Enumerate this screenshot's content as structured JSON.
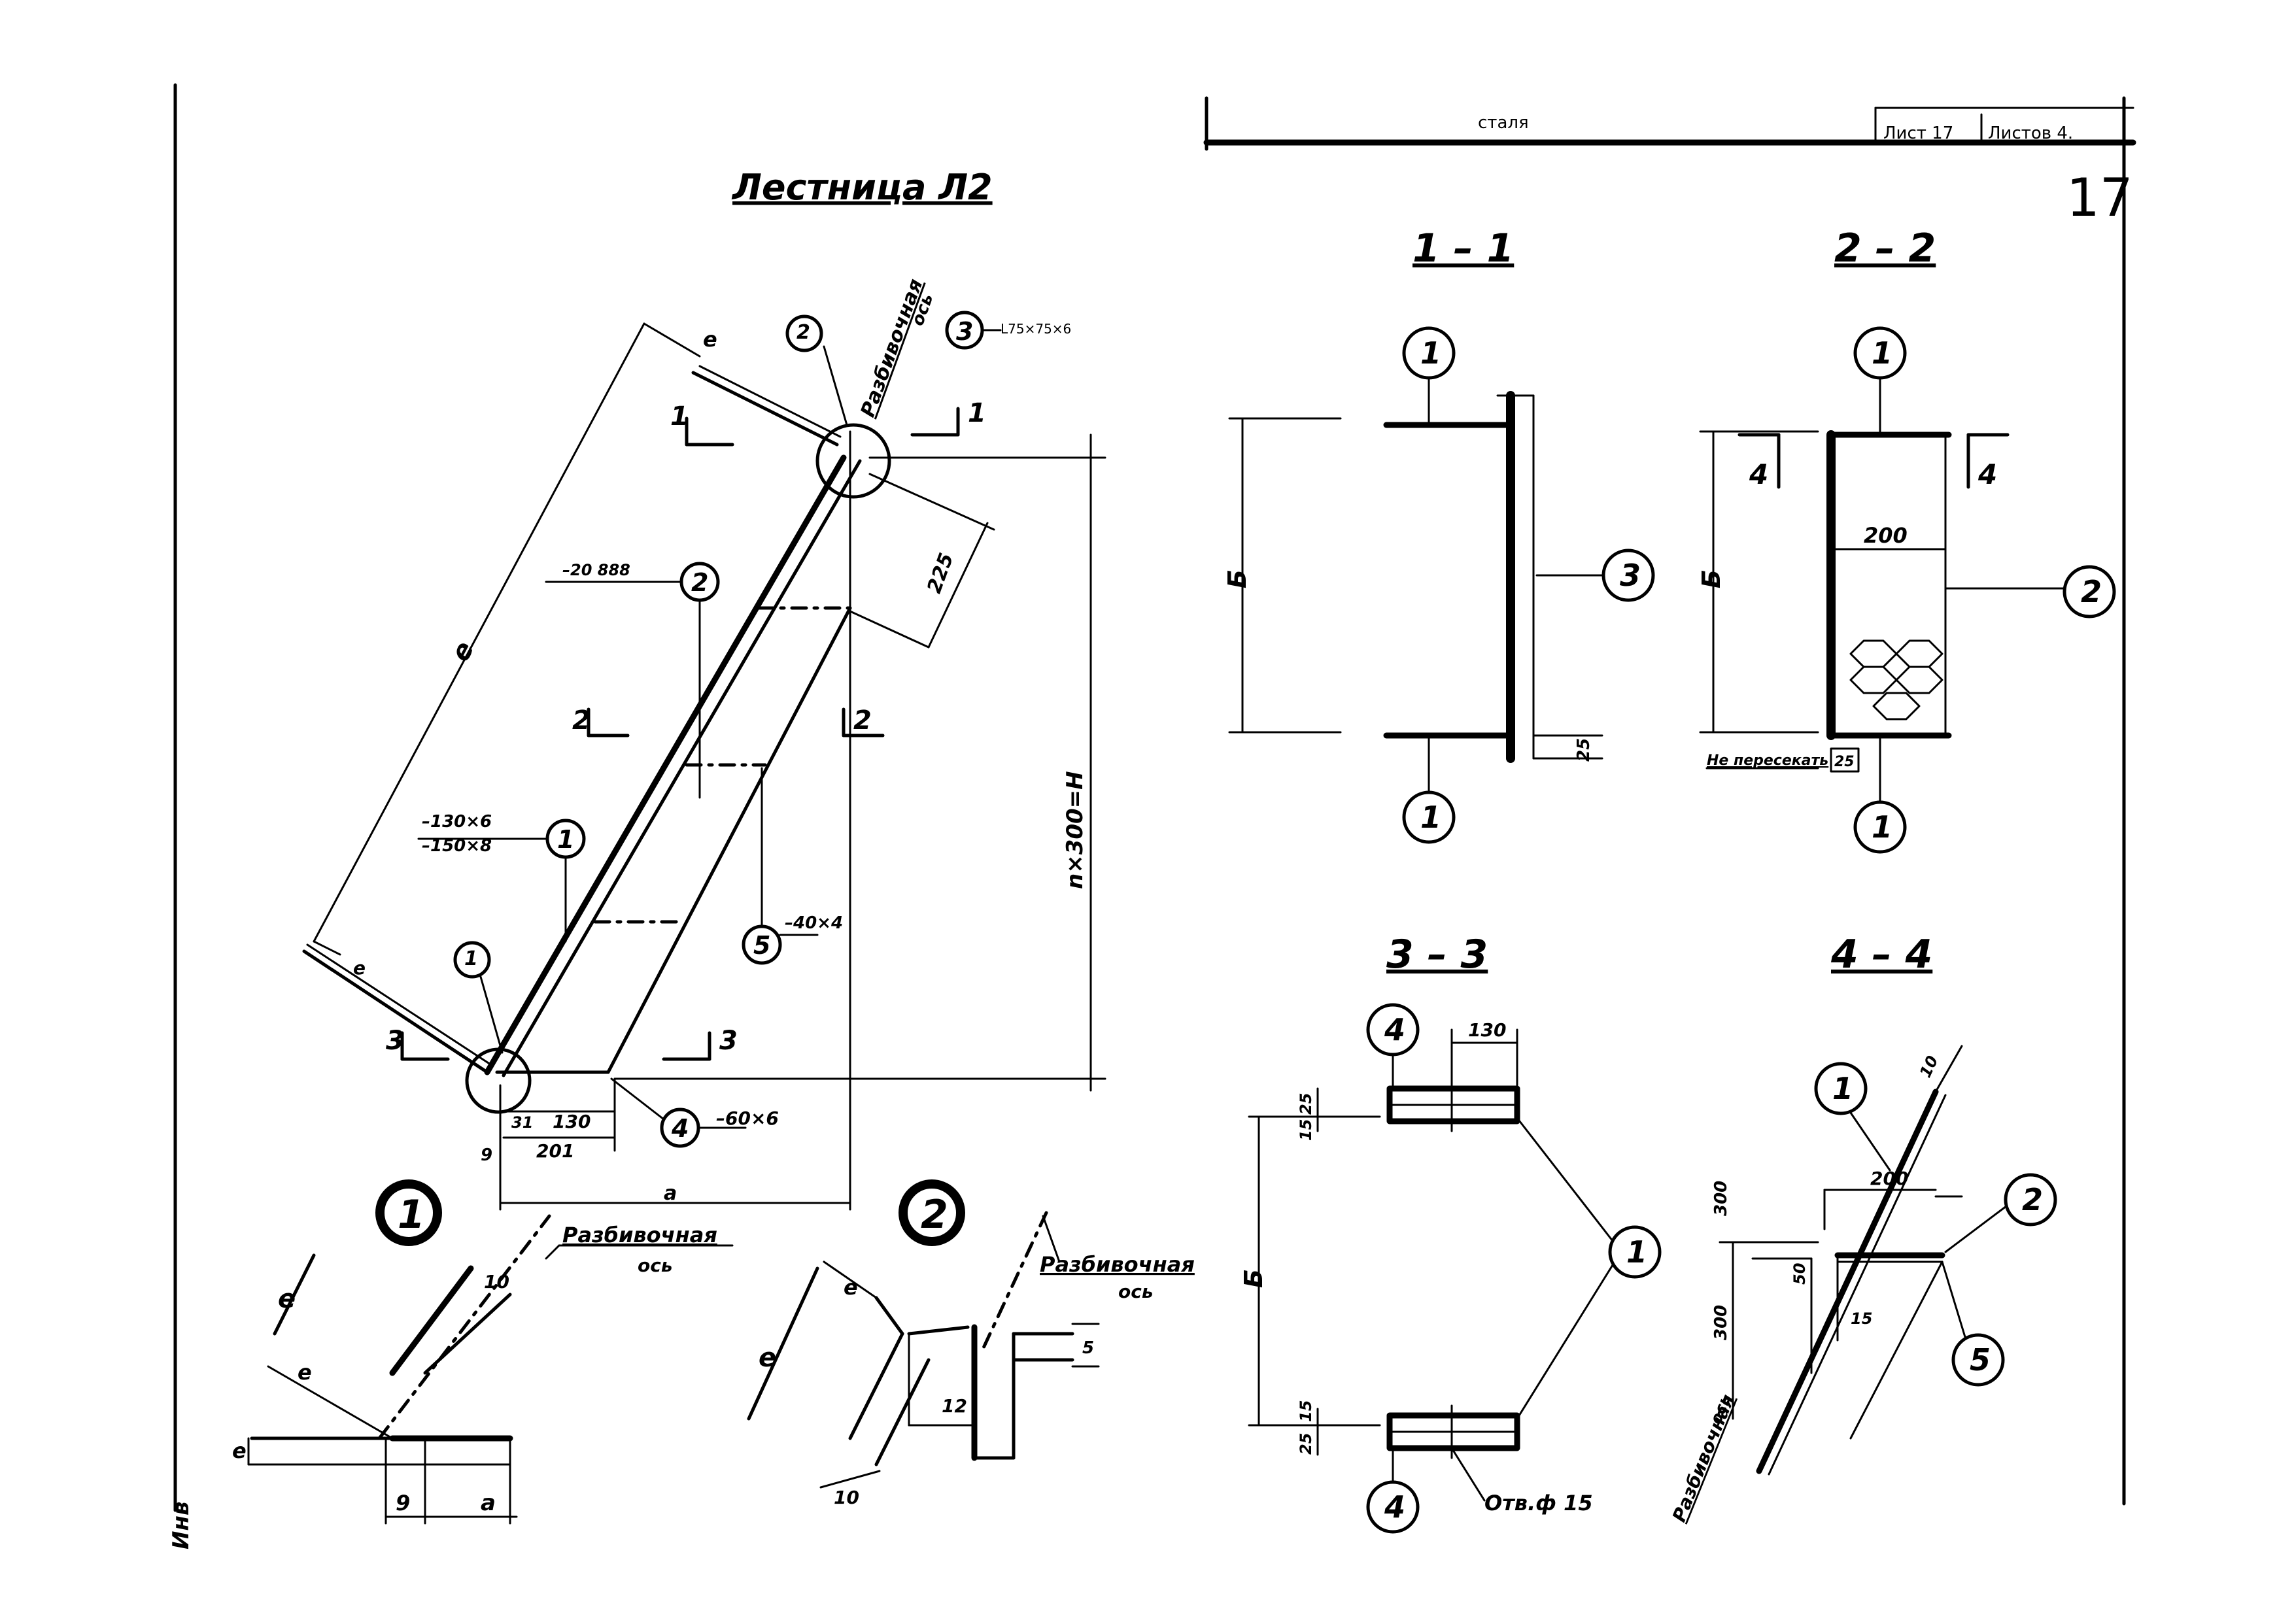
{
  "title_block": {
    "material": "сталя",
    "sheet_label": "Лист 17",
    "sheets_label": "Листов 4.",
    "page_number": "17"
  },
  "side_stamp": "Инв",
  "main_view": {
    "title": "Лестница Л2",
    "labels": {
      "dim_e_left": "е",
      "dim_e_top": "е",
      "dim_e_bot": "е",
      "dim_225": "225",
      "dim_height": "n×300=H",
      "dim_31": "31",
      "dim_130": "130",
      "dim_201": "201",
      "dim_a": "a",
      "dim_9": "9",
      "layout_axis": "Разбивочная",
      "layout_axis_2": "ось",
      "spec_3": "L75×75×6",
      "spec_2": "–20 888",
      "spec_1a": "–130×6",
      "spec_1b": "–150×8",
      "spec_5": "–40×4",
      "spec_4": "–60×6"
    },
    "section_marks": [
      {
        "id": "1",
        "label": "1"
      },
      {
        "id": "1b",
        "label": "1"
      },
      {
        "id": "2",
        "label": "2"
      },
      {
        "id": "2b",
        "label": "2"
      },
      {
        "id": "3",
        "label": "3"
      },
      {
        "id": "3b",
        "label": "3"
      }
    ],
    "callouts": [
      "1",
      "2",
      "3",
      "4",
      "5"
    ],
    "node_refs": [
      "1",
      "2"
    ]
  },
  "section_1_1": {
    "title": "1 – 1",
    "b": "Б",
    "dim": "25",
    "callouts": [
      "1",
      "1",
      "3"
    ]
  },
  "section_2_2": {
    "title": "2 – 2",
    "b": "Б",
    "dim_200": "200",
    "dim_25": "25",
    "mark_4a": "4",
    "mark_4b": "4",
    "note": "Не пересекать",
    "callouts": [
      "1",
      "1",
      "2"
    ]
  },
  "section_3_3": {
    "title": "3 – 3",
    "b": "Б",
    "dim_130": "130",
    "dim_25": "25",
    "dim_15": "15",
    "dim_15b": "15",
    "dim_25b": "25",
    "hole": "Отв.ф 15",
    "callouts": [
      "4",
      "4",
      "1"
    ]
  },
  "section_4_4": {
    "title": "4 – 4",
    "dim_10": "10",
    "dim_200": "200",
    "dim_300a": "300",
    "dim_300b": "300",
    "dim_50": "50",
    "dim_15": "15",
    "axis": "Разбивочная",
    "axis2": "ось",
    "callouts": [
      "1",
      "2",
      "5"
    ]
  },
  "node_1": {
    "label": "1",
    "axis": "Разбивочная",
    "axis2": "ось",
    "e1": "е",
    "e2": "е",
    "e3": "е",
    "dim_10": "10",
    "dim_9": "9",
    "dim_a": "a"
  },
  "node_2": {
    "label": "2",
    "axis": "Разбивочная",
    "axis2": "ось",
    "e1": "е",
    "e2": "е",
    "dim_5": "5",
    "dim_12": "12",
    "dim_10": "10"
  }
}
